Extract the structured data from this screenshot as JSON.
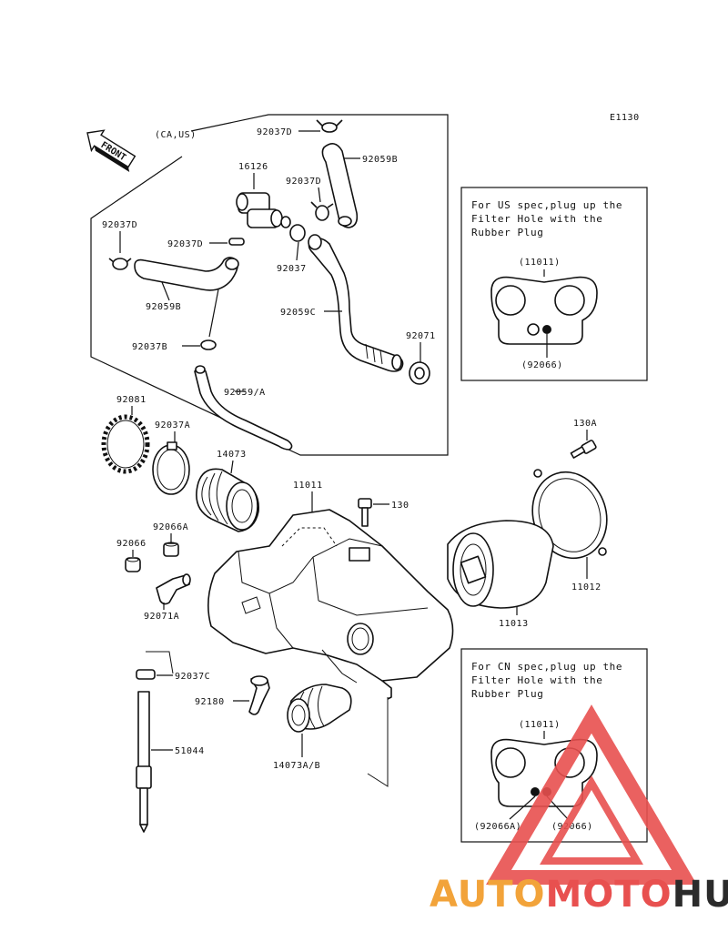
{
  "diagram_code": "E1130",
  "front_label": "FRONT",
  "region_label": "(CA,US)",
  "us_note": {
    "lines": [
      "For US spec,plug up the",
      "Filter Hole with the",
      "Rubber Plug"
    ],
    "part_label": "(11011)",
    "plug_label": "(92066)"
  },
  "cn_note": {
    "lines": [
      "For CN spec,plug up the",
      "Filter Hole with the",
      "Rubber Plug"
    ],
    "part_label": "(11011)",
    "plug_label_a": "(92066A)",
    "plug_label_b": "(92066)"
  },
  "parts": {
    "p92037D_top": "92037D",
    "p92059B_right": "92059B",
    "p16126": "16126",
    "p92037D_mid": "92037D",
    "p92037D_left": "92037D",
    "p92037D_small": "92037D",
    "p92037": "92037",
    "p92059B_left": "92059B",
    "p92059C": "92059C",
    "p92037B": "92037B",
    "p92071": "92071",
    "p92059A": "92059/A",
    "p92081": "92081",
    "p92037A": "92037A",
    "p14073": "14073",
    "p11011": "11011",
    "p130A": "130A",
    "p130": "130",
    "p92066A": "92066A",
    "p92066": "92066",
    "p92071A": "92071A",
    "p11012": "11012",
    "p11013": "11013",
    "p92037C": "92037C",
    "p92180": "92180",
    "p51044": "51044",
    "p14073AB": "14073A/B"
  },
  "watermark": {
    "part1": "AUTO",
    "part2": "MOTO",
    "part3": "HUB",
    "color1": "#f2a33a",
    "color2": "#e8504f",
    "color3": "#2b2b2b"
  }
}
